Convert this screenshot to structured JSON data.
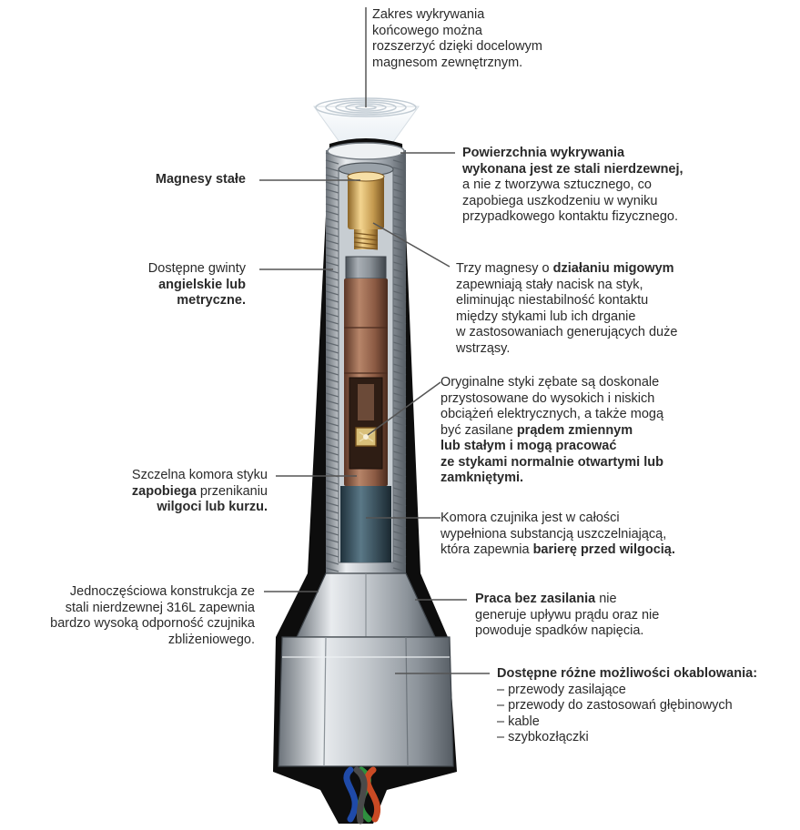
{
  "colors": {
    "outline": "#0d0d0d",
    "steel": "#b9bec4",
    "brass": "#c9a25a",
    "copper": "#8a5a45",
    "sealant": "#3b5868",
    "leader": "#555555"
  },
  "callouts": {
    "detection_range": [
      [
        {
          "t": "Zakres wykrywania"
        }
      ],
      [
        {
          "t": "końcowego można"
        }
      ],
      [
        {
          "t": "rozszerzyć dzięki docelowym"
        }
      ],
      [
        {
          "t": "magnesom zewnętrznym."
        }
      ]
    ],
    "sensing_surface": [
      [
        {
          "t": "Powierzchnia wykrywania",
          "b": true
        }
      ],
      [
        {
          "t": "wykonana jest ze stali nierdzewnej,",
          "b": true
        }
      ],
      [
        {
          "t": "a nie z tworzywa sztucznego, co"
        }
      ],
      [
        {
          "t": "zapobiega uszkodzeniu w wyniku"
        }
      ],
      [
        {
          "t": "przypadkowego kontaktu fizycznego."
        }
      ]
    ],
    "permanent_magnets": [
      [
        {
          "t": "Magnesy stałe",
          "b": true
        }
      ]
    ],
    "threads": [
      [
        {
          "t": "Dostępne gwinty"
        }
      ],
      [
        {
          "t": "angielskie lub",
          "b": true
        }
      ],
      [
        {
          "t": "metryczne.",
          "b": true
        }
      ]
    ],
    "snap_magnets": [
      [
        {
          "t": "Trzy magnesy o "
        },
        {
          "t": "działaniu migowym",
          "b": true
        }
      ],
      [
        {
          "t": "zapewniają stały nacisk na styk,"
        }
      ],
      [
        {
          "t": "eliminując niestabilność kontaktu"
        }
      ],
      [
        {
          "t": "między stykami lub ich drganie"
        }
      ],
      [
        {
          "t": "w zastosowaniach generujących duże"
        }
      ],
      [
        {
          "t": "wstrząsy."
        }
      ]
    ],
    "contacts": [
      [
        {
          "t": "Oryginalne styki zębate są doskonale"
        }
      ],
      [
        {
          "t": "przystosowane do wysokich i niskich"
        }
      ],
      [
        {
          "t": "obciążeń elektrycznych, a także mogą"
        }
      ],
      [
        {
          "t": "być zasilane "
        },
        {
          "t": "prądem zmiennym",
          "b": true
        }
      ],
      [
        {
          "t": "lub stałym i mogą pracować",
          "b": true
        }
      ],
      [
        {
          "t": "ze stykami normalnie otwartymi lub",
          "b": true
        }
      ],
      [
        {
          "t": "zamkniętymi.",
          "b": true
        }
      ]
    ],
    "sealed_chamber": [
      [
        {
          "t": "Szczelna komora styku"
        }
      ],
      [
        {
          "t": "zapobiega",
          "b": true
        },
        {
          "t": " przenikaniu"
        }
      ],
      [
        {
          "t": "wilgoci lub kurzu.",
          "b": true
        }
      ]
    ],
    "potting": [
      [
        {
          "t": "Komora czujnika jest w całości"
        }
      ],
      [
        {
          "t": "wypełniona substancją uszczelniającą,"
        }
      ],
      [
        {
          "t": "która zapewnia "
        },
        {
          "t": "barierę przed wilgocią.",
          "b": true
        }
      ]
    ],
    "construction": [
      [
        {
          "t": "Jednoczęściowa konstrukcja ze"
        }
      ],
      [
        {
          "t": "stali nierdzewnej 316L zapewnia"
        }
      ],
      [
        {
          "t": "bardzo wysoką odporność czujnika"
        }
      ],
      [
        {
          "t": "zbliżeniowego."
        }
      ]
    ],
    "no_power": [
      [
        {
          "t": "Praca bez zasilania",
          "b": true
        },
        {
          "t": " nie"
        }
      ],
      [
        {
          "t": "generuje upływu prądu oraz nie"
        }
      ],
      [
        {
          "t": "powoduje spadków napięcia."
        }
      ]
    ],
    "wiring": [
      [
        {
          "t": "Dostępne różne możliwości okablowania:",
          "b": true
        }
      ],
      [
        {
          "t": "– przewody zasilające"
        }
      ],
      [
        {
          "t": "– przewody do zastosowań głębinowych"
        }
      ],
      [
        {
          "t": "– kable"
        }
      ],
      [
        {
          "t": "– szybkozłączki"
        }
      ]
    ]
  }
}
